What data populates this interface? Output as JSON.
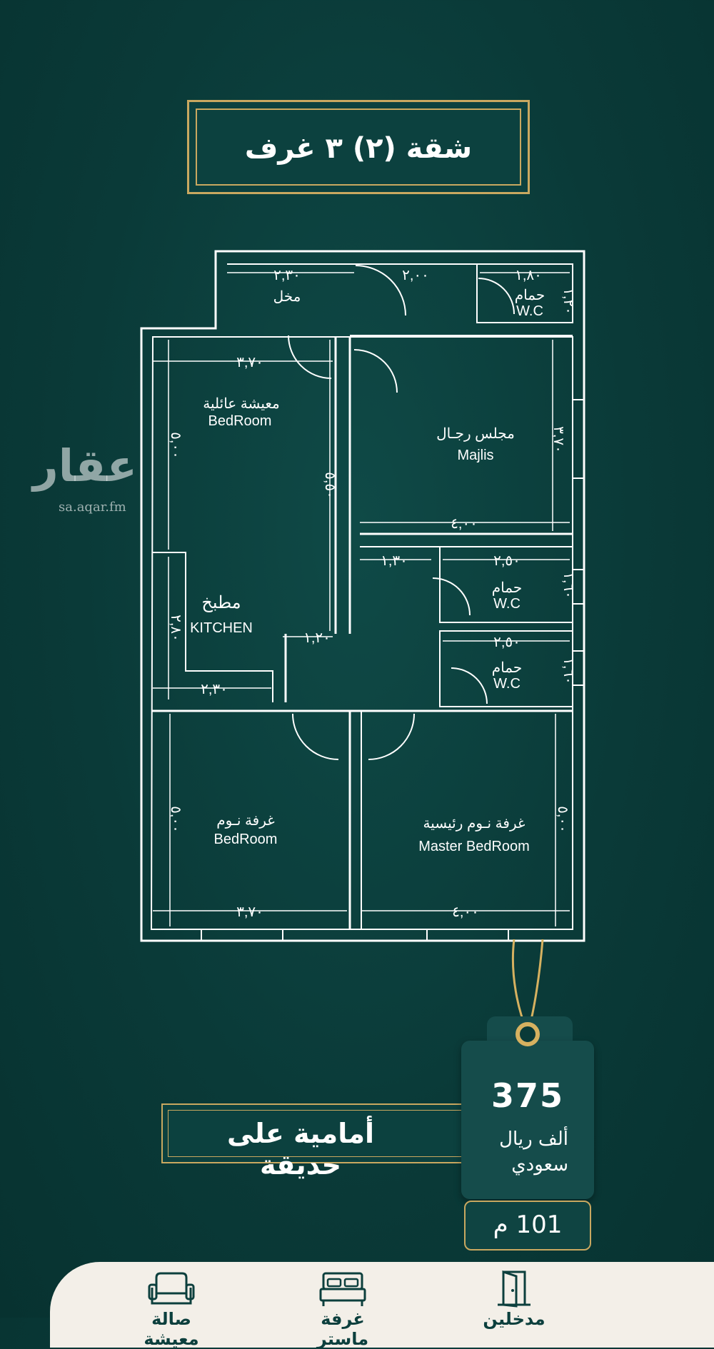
{
  "title": "شقة (٢)  ٣ غرف",
  "watermark": {
    "logo": "عقار",
    "url": "sa.aqar.fm"
  },
  "plan": {
    "rooms": {
      "entrance": "مخل",
      "wc_top": "حمام",
      "wc_top_en": "W.C",
      "living_ar": "معيشة عائلية",
      "living_en": "BedRoom",
      "majlis_ar": "مجلس رجـال",
      "majlis_en": "Majlis",
      "kitchen_ar": "مطبخ",
      "kitchen_en": "KITCHEN",
      "wc_mid": "حمام",
      "wc_mid_en": "W.C",
      "wc_low": "حمام",
      "wc_low_en": "W.C",
      "bedroom_ar": "غرفة نـوم",
      "bedroom_en": "BedRoom",
      "master_ar": "غرفة نـوم رئيسية",
      "master_en": "Master BedRoom"
    },
    "dimensions": {
      "d_230_top": "٢,٣٠",
      "d_200_top": "٢,٠٠",
      "d_180": "١,٨٠",
      "d_120_wc": "١,٢٠",
      "d_370_living": "٣,٧٠",
      "d_500_living": "٥,٠٠",
      "d_550_corridor": "٥,٥٠",
      "d_370_majlis": "٣,٧٠",
      "d_400_majlis": "٤,٠٠",
      "d_130": "١,٣٠",
      "d_250_wc1": "٢,٥٠",
      "d_160_wc1": "١,٦٠",
      "d_280_kitchen": "٢,٨٠",
      "d_120_corr": "١,٢٠",
      "d_250_wc2": "٢,٥٠",
      "d_160_wc2": "١,٦٠",
      "d_230_kitchen": "٢,٣٠",
      "d_500_bed": "٥,٠٠",
      "d_370_bed": "٣,٧٠",
      "d_400_master": "٤,٠٠",
      "d_500_master": "٥,٠٠"
    }
  },
  "feature": "أمامية على حديقة",
  "price": {
    "value": "375",
    "unit_line1": "ألف ريال",
    "unit_line2": "سعودي"
  },
  "area": "101 م",
  "amenities": [
    {
      "label": "صالة معيشة",
      "icon": "sofa-icon"
    },
    {
      "label": "غرفة ماستر",
      "icon": "bed-icon"
    },
    {
      "label": "مدخلين",
      "icon": "door-icon"
    }
  ],
  "colors": {
    "background": "#0a3a38",
    "gold": "#c9a860",
    "bottom_bar": "#f3efe8"
  }
}
